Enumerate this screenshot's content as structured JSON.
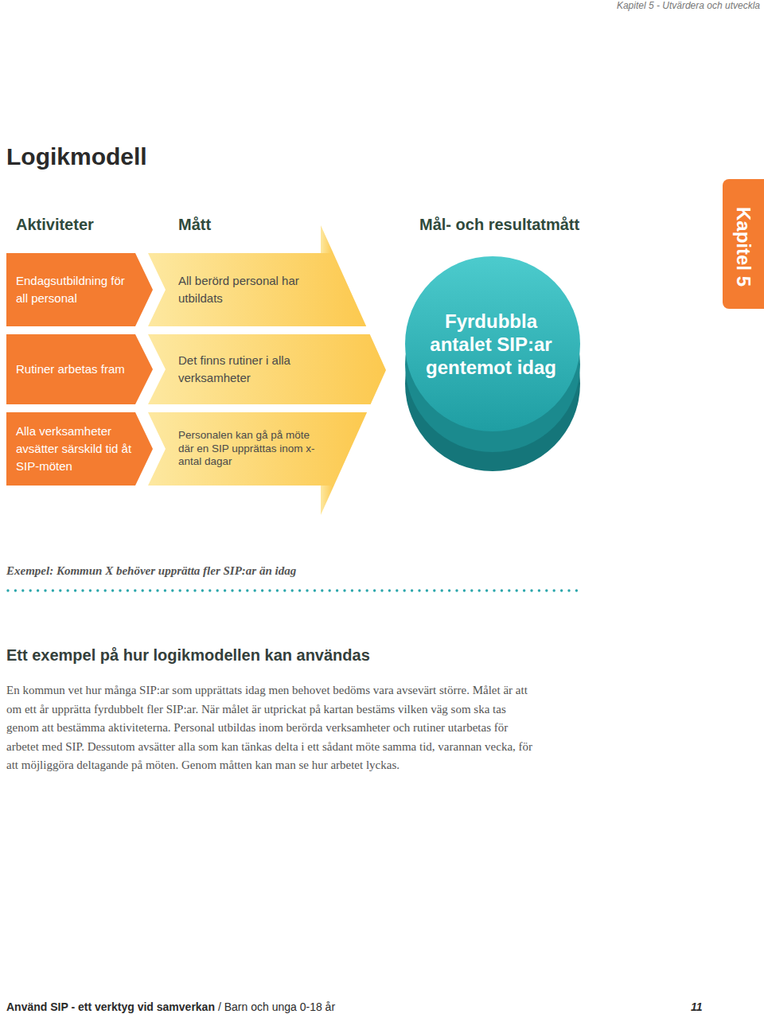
{
  "diagram": {
    "title": "Logikmodell",
    "caption": "Exempel: Kommun X behöver upprätta fler SIP:ar än idag",
    "nodes": [
      {
        "text": [
          "Endagsutbildning för all personal"
        ]
      },
      {
        "text": [
          "Rutiner arbetas fram"
        ]
      },
      {
        "text": [
          "Alla verksamheter avsätter särskild tid åt SIP-möten"
        ]
      },
      {
        "text": [
          "All berörd personal har utbildats"
        ]
      },
      {
        "text": [
          "Det finns rutiner i alla verksamheter"
        ]
      },
      {
        "text": [
          "Personalen kan gå på möte där en SIP upprättas inom x-antal dagar"
        ]
      },
      {
        "text": [
          "Fyrdubbla antalet SIP:ar gentemot idag"
        ]
      }
    ],
    "labels": [
      "Kapitel 5 - Utvärdera och utveckla",
      "Kapitel 5",
      "Aktiviteter",
      "Mått",
      "Mål- och resultatmått",
      "Ett exempel på hur logikmodellen kan användas",
      "En kommun vet hur många SIP:ar som upprättats idag men behovet bedöms vara avsevärt större. Målet är att om ett år upprätta fyrdubbelt fler SIP:ar. När målet är utprickat på kartan bestäms vilken väg som ska tas genom att bestämma aktiviteterna. Personal utbildas inom berörda verksamheter och rutiner utarbetas för arbetet med SIP. Dessutom avsätter alla som kan tänkas delta i ett sådant möte samma tid, varannan vecka, för att möjliggöra deltagande på möten. Genom måtten kan man se hur arbetet lyckas.",
      "Använd SIP - ett verktyg vid samverkan",
      "/ Barn och unga 0-18 år",
      "11"
    ]
  }
}
